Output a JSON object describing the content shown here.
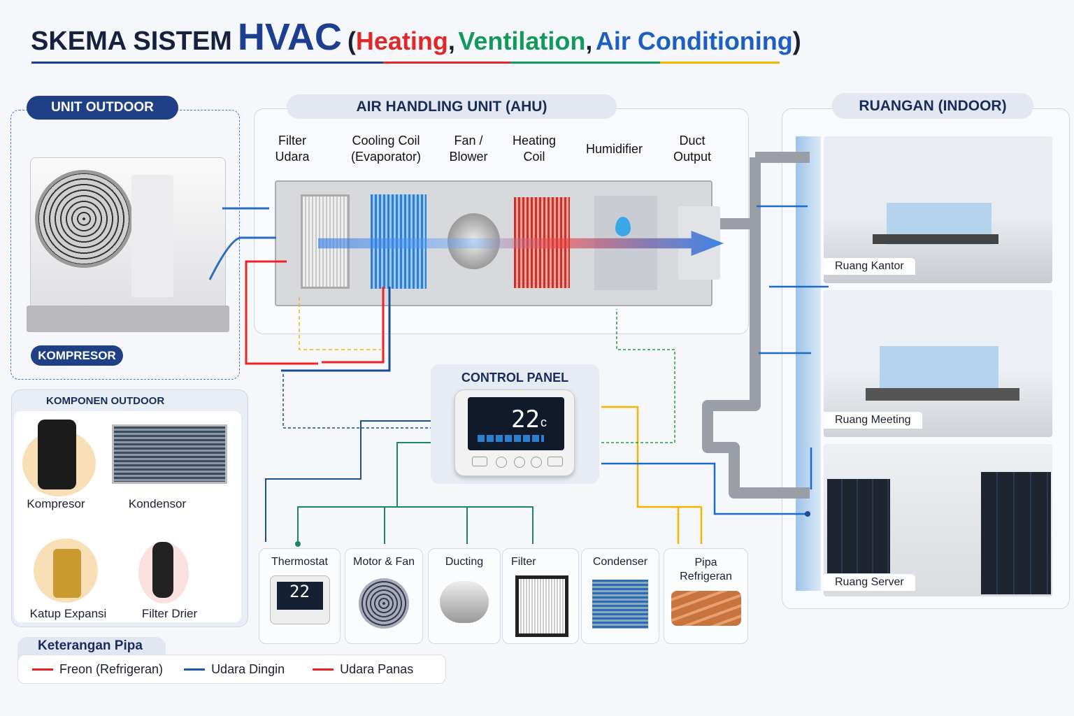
{
  "title": {
    "prefix": "SKEMA SISTEM",
    "main": "HVAC",
    "open": "(",
    "heating": "Heating",
    "sep1": ",",
    "ventilation": "Ventilation",
    "sep2": ",",
    "ac": "Air Conditioning",
    "close": ")"
  },
  "outdoor": {
    "label": "UNIT OUTDOOR",
    "kompresor": "KOMPRESOR"
  },
  "ahu": {
    "label": "AIR HANDLING UNIT (AHU)",
    "parts": [
      "Filter\nUdara",
      "Cooling Coil\n(Evaporator)",
      "Fan /\nBlower",
      "Heating\nCoil",
      "Humidifier",
      "Duct\nOutput"
    ]
  },
  "indoor": {
    "label": "RUANGAN (INDOOR)",
    "rooms": [
      "Ruang Kantor",
      "Ruang Meeting",
      "Ruang Server"
    ]
  },
  "control": {
    "label": "CONTROL PANEL",
    "temp": "22",
    "unit": "c"
  },
  "komponen": {
    "label": "KOMPONEN OUTDOOR",
    "items": [
      "Kompresor",
      "Kondensor",
      "Katup Expansi",
      "Filter Drier"
    ]
  },
  "cards": [
    {
      "label": "Thermostat",
      "temp": "22"
    },
    {
      "label": "Motor & Fan"
    },
    {
      "label": "Ducting"
    },
    {
      "label": "Filter"
    },
    {
      "label": "Condenser"
    },
    {
      "label": "Pipa\nRefrigeran"
    }
  ],
  "legend": {
    "title": "Keterangan Pipa",
    "items": [
      {
        "label": "Freon (Refrigeran)",
        "color": "#e82020"
      },
      {
        "label": "Udara Dingin",
        "color": "#1a5aa0"
      },
      {
        "label": "Udara Panas",
        "color": "#e82020"
      }
    ]
  }
}
